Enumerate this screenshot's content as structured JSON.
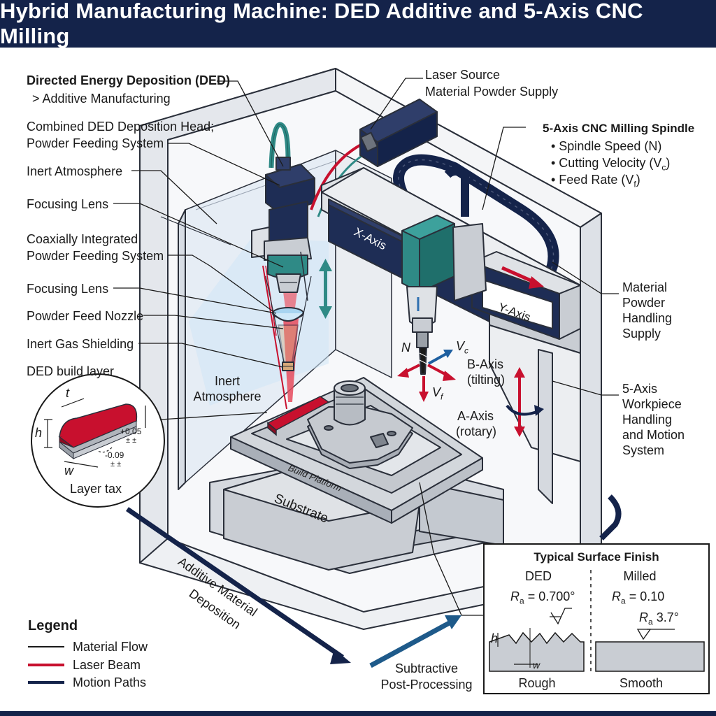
{
  "title": "Hybrid Manufacturing Machine: DED Additive and 5-Axis CNC Milling",
  "colors": {
    "navy": "#14234a",
    "laser_red": "#c8102e",
    "teal": "#2f8a86",
    "panel_blue": "#1e2d55"
  },
  "labels": {
    "ded_title": "Directed Energy Deposition (DED)",
    "ded_sub": "> Additive Manufacturing",
    "combined_head_1": "Combined DED Deposition Head;",
    "combined_head_2": "Powder Feeding System",
    "inert_atmosphere": "Inert Atmosphere",
    "focusing_lens_1": "Focusing Lens",
    "coaxial_1": "Coaxially Integrated",
    "coaxial_2": "Powder Feeding System",
    "focusing_lens_2": "Focusing Lens",
    "powder_nozzle": "Powder Feed Nozzle",
    "inert_gas": "Inert Gas Shielding",
    "ded_layer": "DED build layer",
    "laser_source": "Laser Source",
    "powder_supply": "Material Powder Supply",
    "spindle_title": "5-Axis CNC Milling Spindle",
    "spindle_items": [
      "• Spindle Speed (N)",
      "• Cutting Velocity (V",
      "• Feed Rate (V"
    ],
    "spindle_subs": [
      "c",
      "f"
    ],
    "material_powder_1": "Material",
    "material_powder_2": "Powder",
    "material_powder_3": "Handling",
    "material_powder_4": "Supply",
    "workpiece_1": "5-Axis",
    "workpiece_2": "Workpiece",
    "workpiece_3": "Handling",
    "workpiece_4": "and Motion",
    "workpiece_5": "System",
    "inert_inside_1": "Inert",
    "inert_inside_2": "Atmosphere",
    "x_axis": "X-Axis",
    "y_axis": "Y-Axis",
    "b_axis_1": "B-Axis",
    "b_axis_2": "(tilting)",
    "a_axis_1": "A-Axis",
    "a_axis_2": "(rotary)",
    "n": "N",
    "vc": "V",
    "vc_sub": "c",
    "vf": "V",
    "vf_sub": "f",
    "build_platform": "Build Platform",
    "substrate": "Substrate",
    "additive_1": "Additive Material",
    "additive_2": "Deposition",
    "subtractive_1": "Subtractive",
    "subtractive_2": "Post-Processing"
  },
  "inset": {
    "t": "t",
    "h": "h",
    "w": "w",
    "tol_plus": "+0.05",
    "tol_minus": "-0.09",
    "tol_pm": "± ±",
    "caption": "Layer tax"
  },
  "surface_finish": {
    "title": "Typical Surface Finish",
    "ded_label": "DED",
    "milled_label": "Milled",
    "ded_ra": "R",
    "ded_ra_sub": "a",
    "ded_ra_val": "= 0.700°",
    "milled_ra": "R",
    "milled_ra_sub": "a",
    "milled_ra_val": "= 0.10",
    "milled_symbol_label": "R",
    "milled_symbol_sub": "a",
    "milled_symbol_val": "3.7°",
    "h": "h",
    "w": "w",
    "rough": "Rough",
    "smooth": "Smooth"
  },
  "legend": {
    "title": "Legend",
    "items": [
      {
        "label": "Material Flow",
        "color": "#1a1a1a"
      },
      {
        "label": "Laser Beam",
        "color": "#c8102e"
      },
      {
        "label": "Motion Paths",
        "color": "#14234a"
      }
    ]
  }
}
